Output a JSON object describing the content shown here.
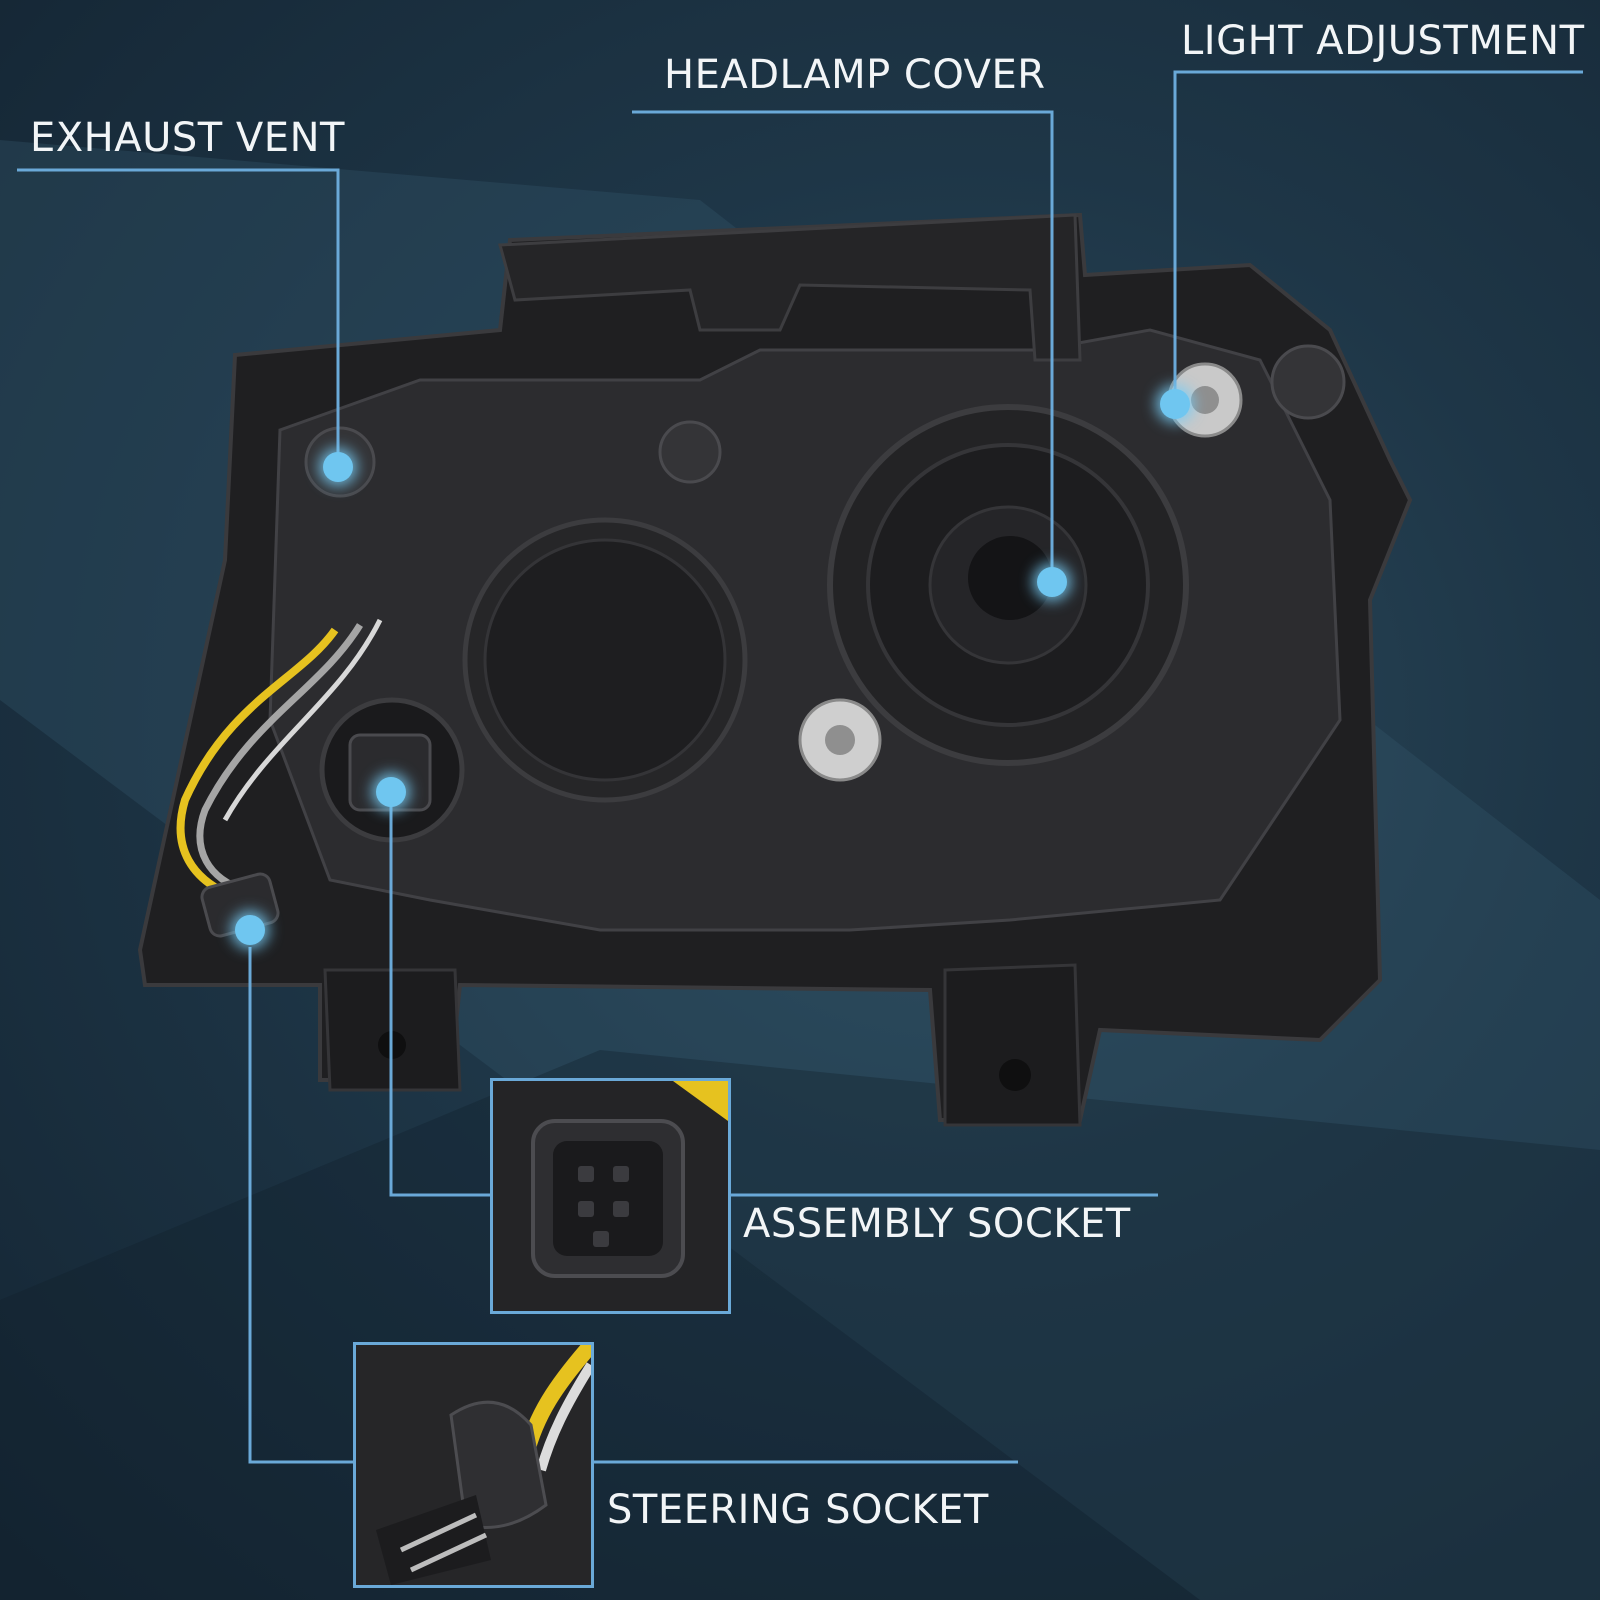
{
  "callouts": {
    "exhaust_vent": "EXHAUST VENT",
    "headlamp_cover": "HEADLAMP COVER",
    "light_adjustment": "LIGHT ADJUSTMENT",
    "assembly_socket": "ASSEMBLY SOCKET",
    "steering_socket": "STEERING SOCKET"
  },
  "colors": {
    "callout_line": "#6aa9d8",
    "callout_dot": "#6fc6f0",
    "housing": "#2a2a2c",
    "wire_yellow": "#e6c21f",
    "wire_gray": "#9a9a9a"
  }
}
